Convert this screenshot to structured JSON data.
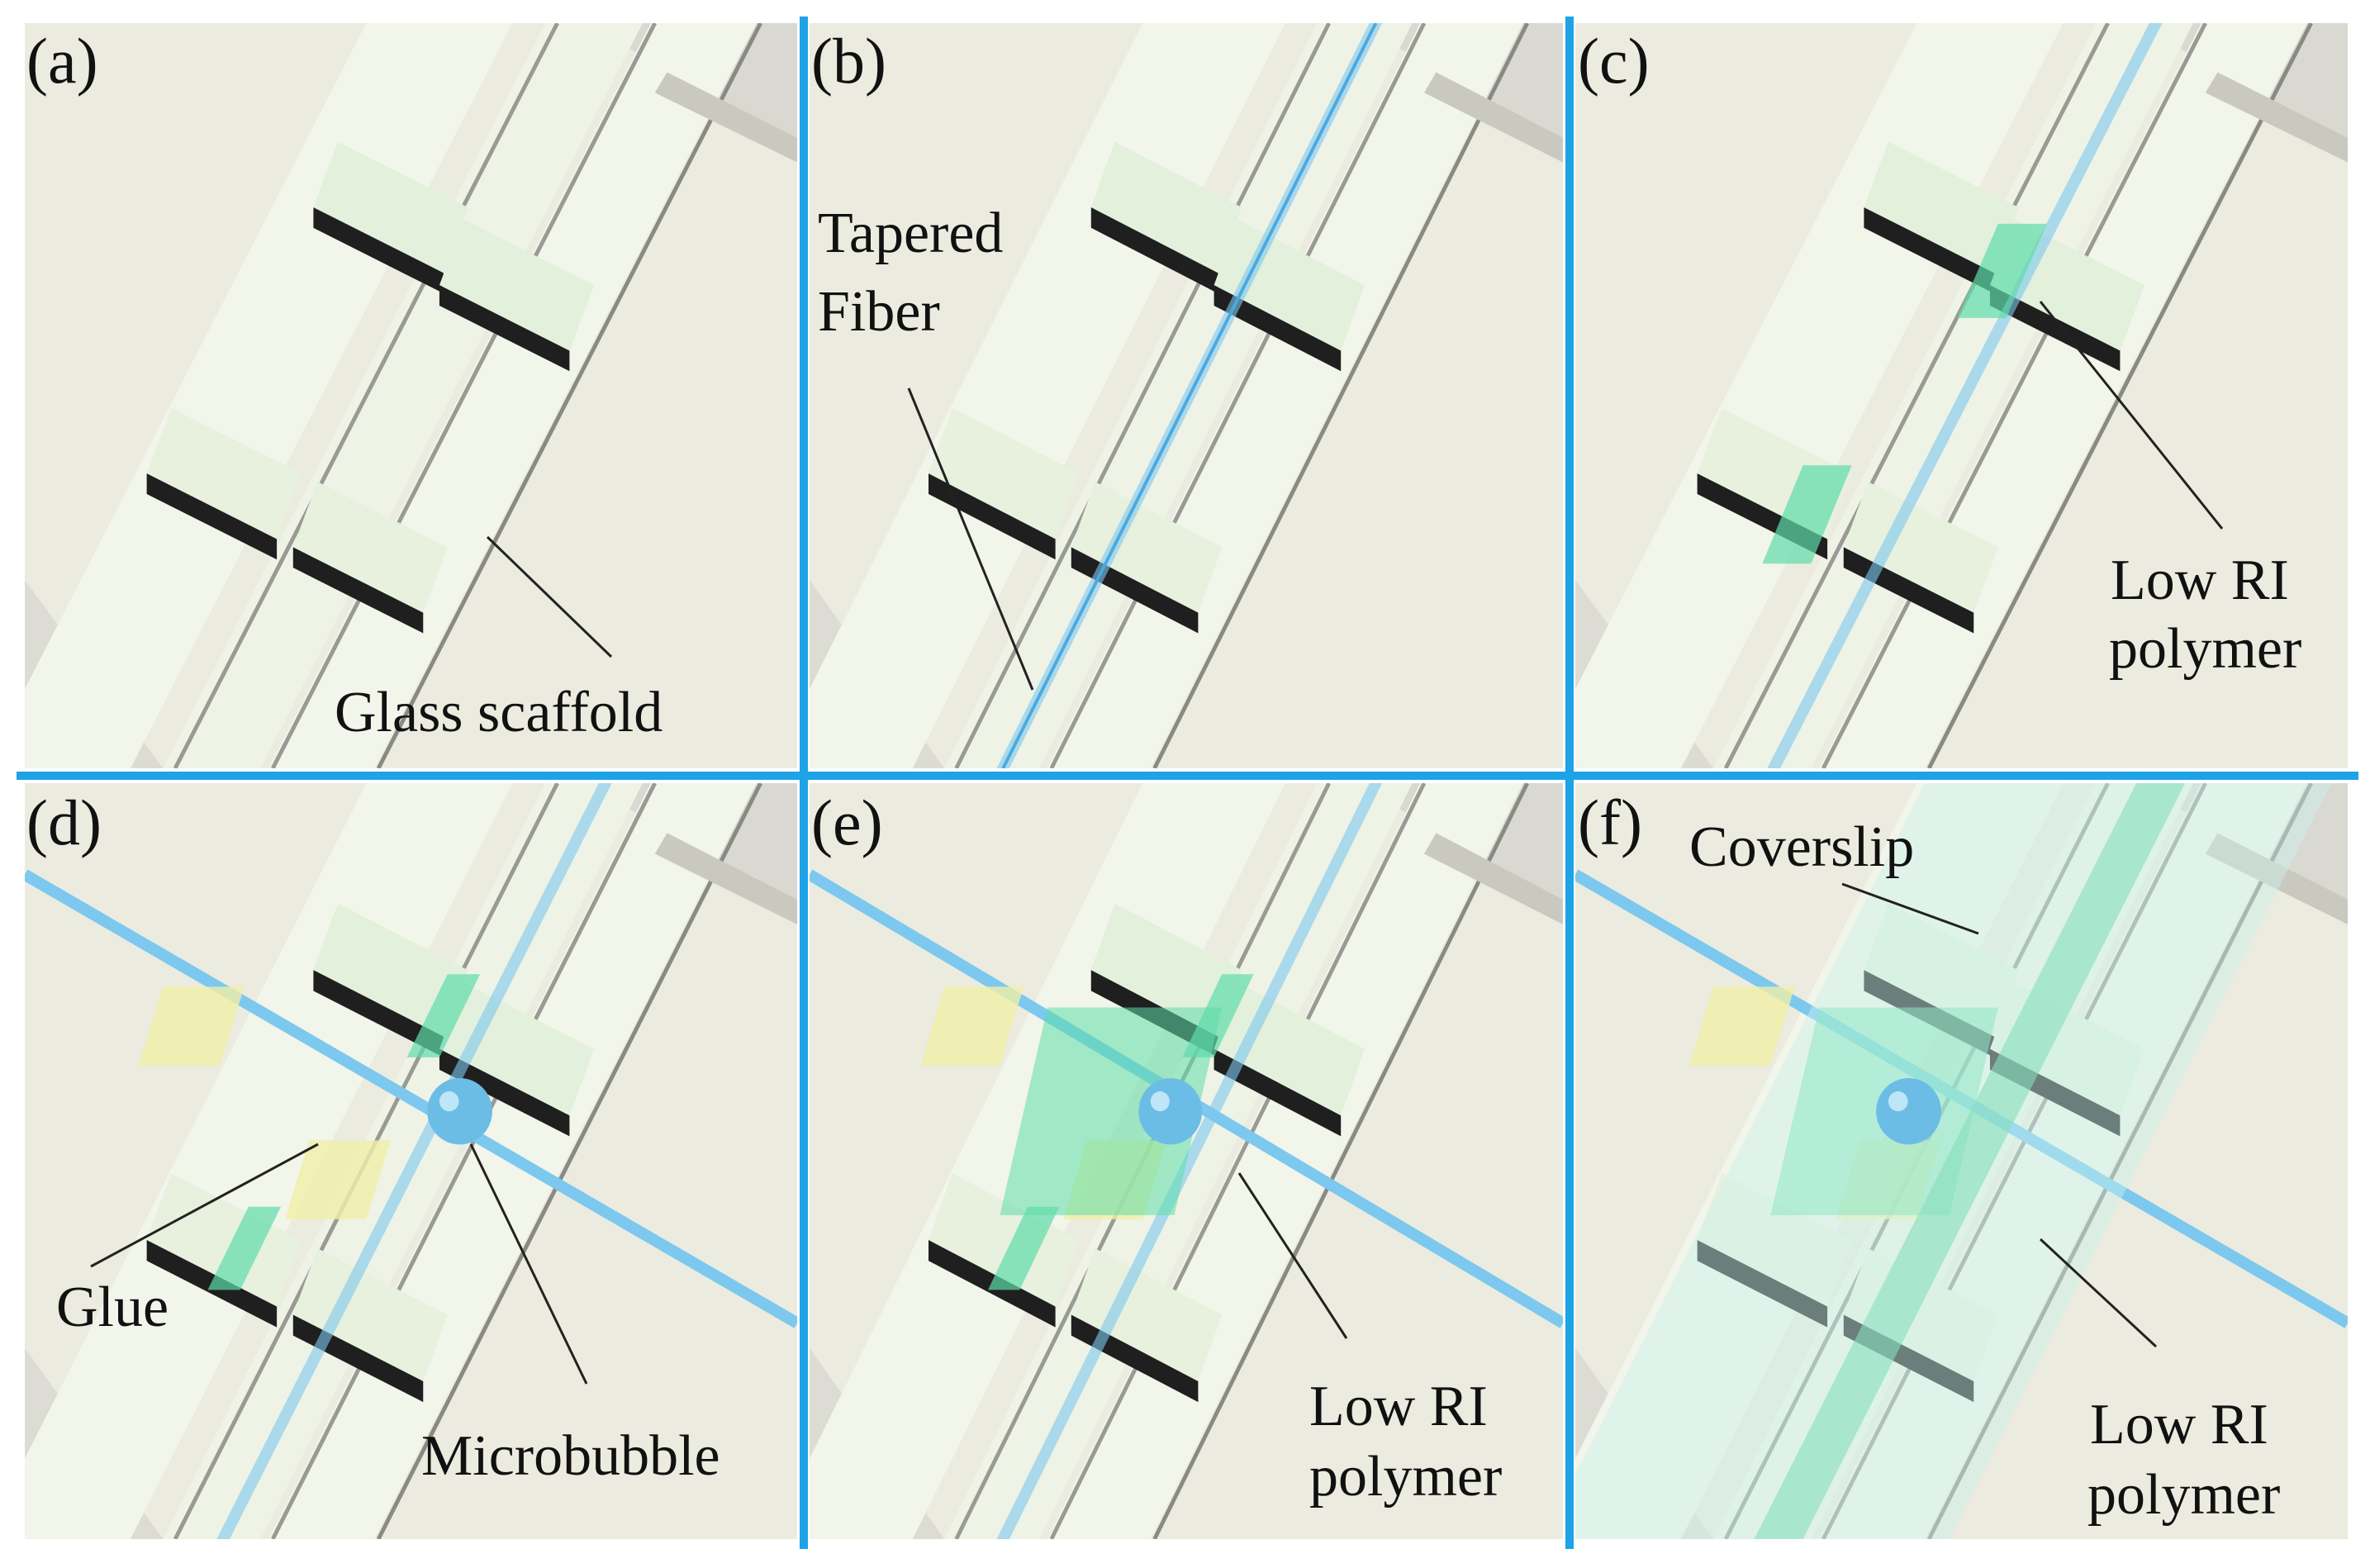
{
  "panels": [
    {
      "id": "a",
      "label": "(a)",
      "annotations": [
        "Glass scaffold"
      ]
    },
    {
      "id": "b",
      "label": "(b)",
      "annotations": [
        "Tapered",
        "Fiber"
      ]
    },
    {
      "id": "c",
      "label": "(c)",
      "annotations": [
        "Low RI",
        "polymer"
      ]
    },
    {
      "id": "d",
      "label": "(d)",
      "annotations": [
        "Glue",
        "Microbubble"
      ]
    },
    {
      "id": "e",
      "label": "(e)",
      "annotations": [
        "Low RI",
        "polymer"
      ]
    },
    {
      "id": "f",
      "label": "(f)",
      "annotations": [
        "Coverslip",
        "Low RI",
        "polymer"
      ]
    }
  ],
  "colors": {
    "divider": "#1ea3e6",
    "scaffold_face": "#ebebdf",
    "scaffold_light": "#f4f6ec",
    "scaffold_top": "#e2f0dc",
    "groove": "#1f1f1f",
    "polymer": "#5fdcaa",
    "glue": "#f0efa8",
    "fiber": "#7cc8ef",
    "bubble": "#6cbde6",
    "coverslip": "#c9f2ec",
    "shadow": "#cfcfc8"
  }
}
